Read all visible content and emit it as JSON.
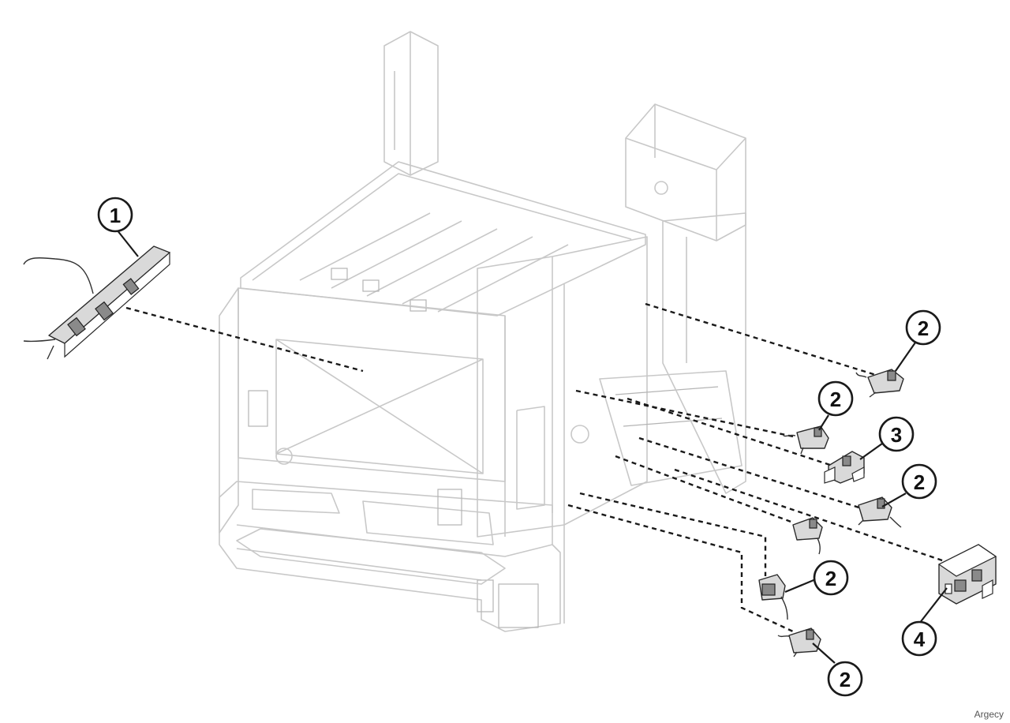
{
  "callouts": [
    {
      "id": "c1",
      "label": "1"
    },
    {
      "id": "c2a",
      "label": "2"
    },
    {
      "id": "c2b",
      "label": "2"
    },
    {
      "id": "c3",
      "label": "3"
    },
    {
      "id": "c2c",
      "label": "2"
    },
    {
      "id": "c2d",
      "label": "2"
    },
    {
      "id": "c4",
      "label": "4"
    },
    {
      "id": "c2e",
      "label": "2"
    }
  ],
  "watermark": "Argecy"
}
